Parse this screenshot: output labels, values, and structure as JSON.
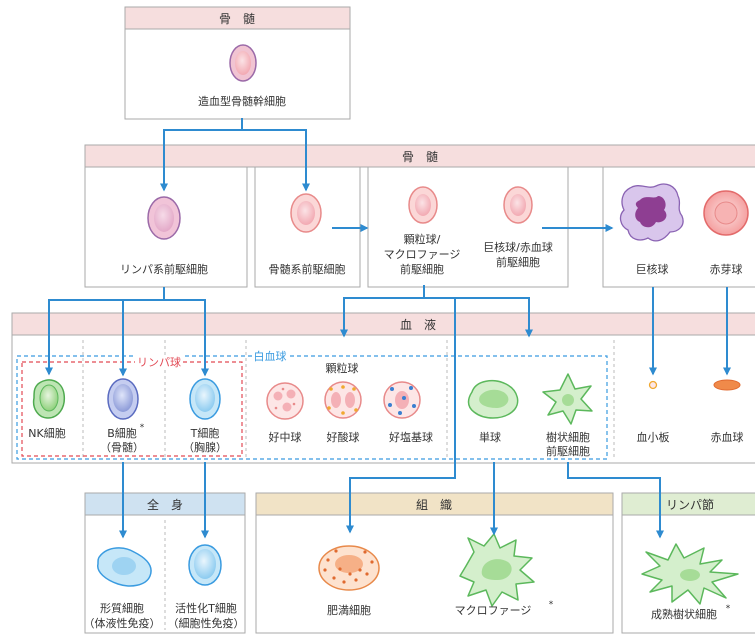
{
  "headers": {
    "bone_marrow_top": "骨　髄",
    "bone_marrow_mid": "骨　髄",
    "blood": "血　液",
    "whole_body": "全　身",
    "tissue": "組　織",
    "lymph_node": "リンパ節"
  },
  "groups": {
    "white_blood_cells": "白血球",
    "lymphocytes": "リンパ球",
    "granulocytes": "顆粒球"
  },
  "cells": {
    "hsc": "造血型骨髄幹細胞",
    "lymphoid_progenitor": "リンパ系前駆細胞",
    "myeloid_progenitor": "骨髄系前駆細胞",
    "gm_progenitor_1": "顆粒球/",
    "gm_progenitor_2": "マクロファージ",
    "gm_progenitor_3": "前駆細胞",
    "mep_1": "巨核球/赤血球",
    "mep_2": "前駆細胞",
    "megakaryocyte": "巨核球",
    "erythroblast": "赤芽球",
    "nk": "NK細胞",
    "b_cell_1": "B細胞",
    "b_cell_mark": "*",
    "b_cell_2": "（骨髄）",
    "t_cell_1": "T細胞",
    "t_cell_2": "（胸腺）",
    "neutrophil": "好中球",
    "eosinophil": "好酸球",
    "basophil": "好塩基球",
    "monocyte": "単球",
    "dc_precursor_1": "樹状細胞",
    "dc_precursor_2": "前駆細胞",
    "platelet": "血小板",
    "rbc": "赤血球",
    "plasma_1": "形質細胞",
    "plasma_2": "（体液性免疫）",
    "activated_t_1": "活性化T細胞",
    "activated_t_2": "（細胞性免疫）",
    "mast": "肥満細胞",
    "macrophage": "マクロファージ",
    "macrophage_mark": "*",
    "mature_dc": "成熟樹状細胞",
    "mature_dc_mark": "*"
  },
  "colors": {
    "arrow": "#2e8bd0",
    "header_pink": "#f6dede",
    "header_blue": "#cfe2f1",
    "header_tan": "#f1e3c6",
    "header_green": "#dfedd2",
    "wbc_border": "#3a9be0",
    "lymph_border": "#e24a55"
  }
}
